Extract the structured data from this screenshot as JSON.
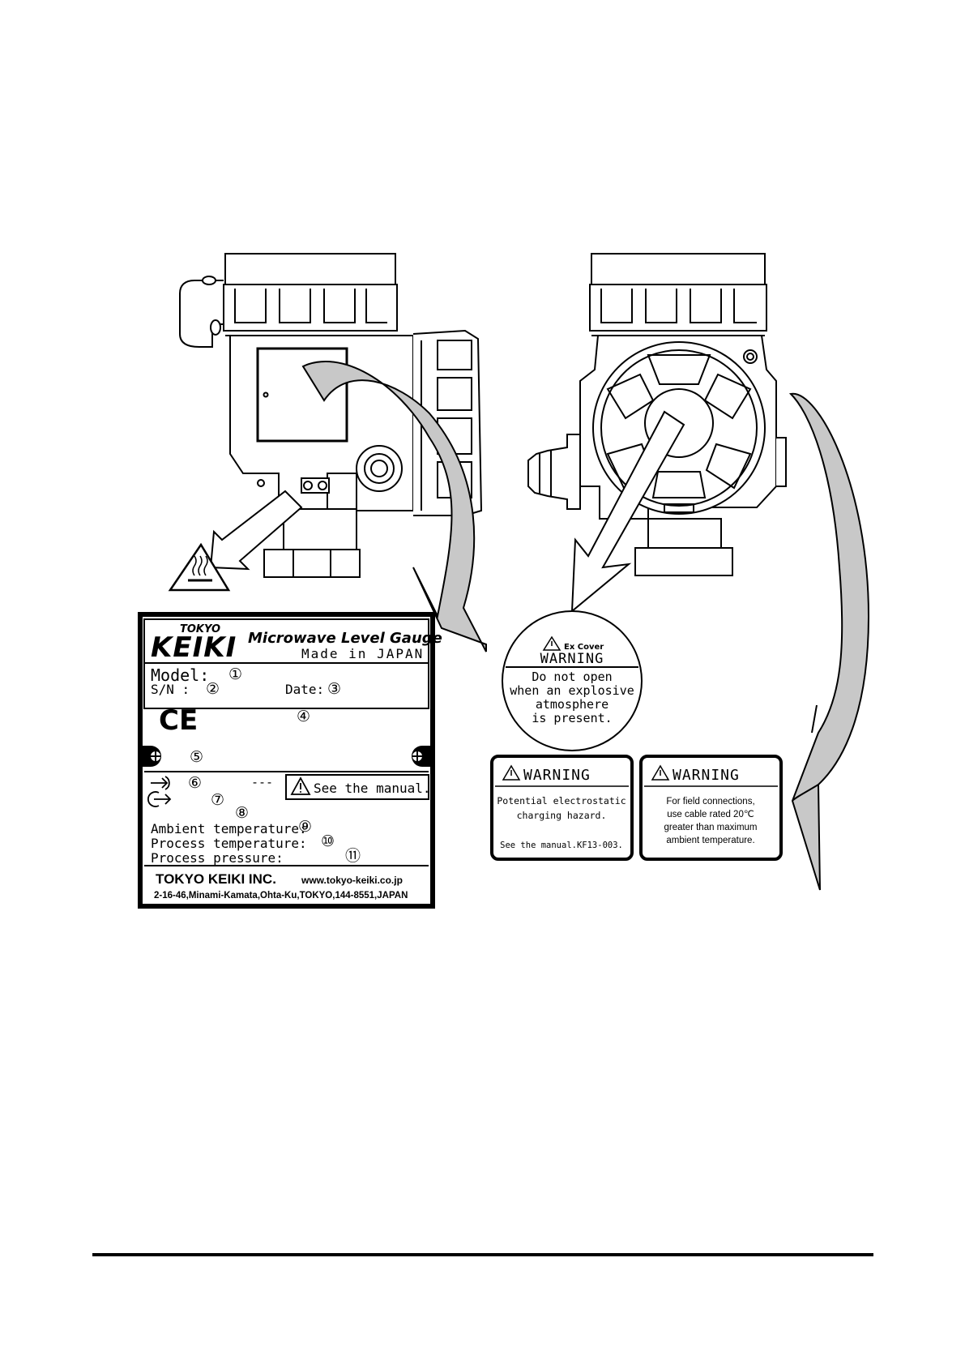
{
  "nameplate": {
    "brand_small": "TOKYO",
    "brand_large": "KEIKI",
    "product": "Microwave Level Gauge",
    "made_in": "Made in JAPAN",
    "model_label": "Model:",
    "model_marker": "①",
    "sn_label": "S/N :",
    "sn_marker": "②",
    "date_label": "Date:",
    "date_marker": "③",
    "ce_mark": "CE",
    "marker_4": "④",
    "marker_5": "⑤",
    "marker_6": "⑥",
    "dc_symbol": "---",
    "see_manual": "See the manual.",
    "marker_7": "⑦",
    "marker_8": "⑧",
    "ambient_label": "Ambient temperature:",
    "marker_9": "⑨",
    "process_temp_label": "Process temperature:",
    "marker_10": "⑩",
    "process_pressure_label": "Process pressure:",
    "marker_11": "⑪",
    "company": "TOKYO KEIKI INC.",
    "website": "www.tokyo-keiki.co.jp",
    "address": "2-16-46,Minami-Kamata,Ohta-Ku,TOKYO,144-8551,JAPAN"
  },
  "ex_cover_label": {
    "header": "Ex Cover",
    "warning": "WARNING",
    "lines": [
      "Do not open",
      "when an explosive",
      "atmosphere",
      "is present."
    ]
  },
  "electrostatic_label": {
    "warning": "WARNING",
    "lines": [
      "Potential electrostatic",
      "charging hazard."
    ],
    "footer": "See the manual.KF13-003."
  },
  "cable_label": {
    "warning": "WARNING",
    "lines": [
      "For field connections,",
      "use cable rated 20℃",
      "greater than maximum",
      "ambient temperature."
    ]
  },
  "icons": {
    "hot_surface": "hot-surface-warning-icon",
    "caution": "caution-triangle-icon",
    "earth": "protective-earth-icon"
  },
  "colors": {
    "ink": "#000000",
    "arrow_fill": "#c8c8c8",
    "paper": "#ffffff"
  }
}
